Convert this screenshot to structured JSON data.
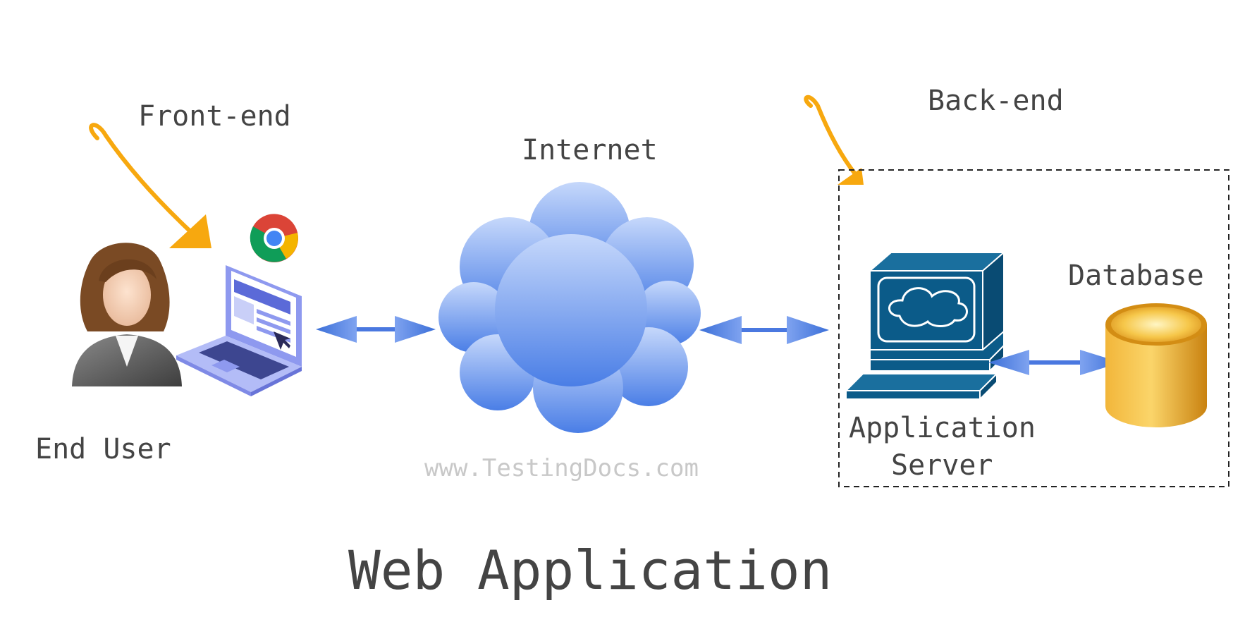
{
  "labels": {
    "front_end": "Front-end",
    "back_end": "Back-end",
    "internet": "Internet",
    "database": "Database",
    "end_user": "End User",
    "app_server_line1": "Application",
    "app_server_line2": "Server",
    "watermark": "www.TestingDocs.com",
    "title": "Web Application"
  },
  "colors": {
    "text": "#444444",
    "watermark": "#c8c8c8",
    "orange_arrow": "#f7a80f",
    "connector_blue": "#4a78e0",
    "cloud_top": "#c6d8fb",
    "cloud_bottom": "#4a7ee6",
    "server": "#0b5b89",
    "database_gold": "#e9a21b",
    "laptop": "#a9b3f5",
    "boundary": "#222222"
  },
  "icons": [
    "end-user-icon",
    "laptop-icon",
    "chrome-icon",
    "cloud-icon",
    "server-icon",
    "database-icon"
  ]
}
